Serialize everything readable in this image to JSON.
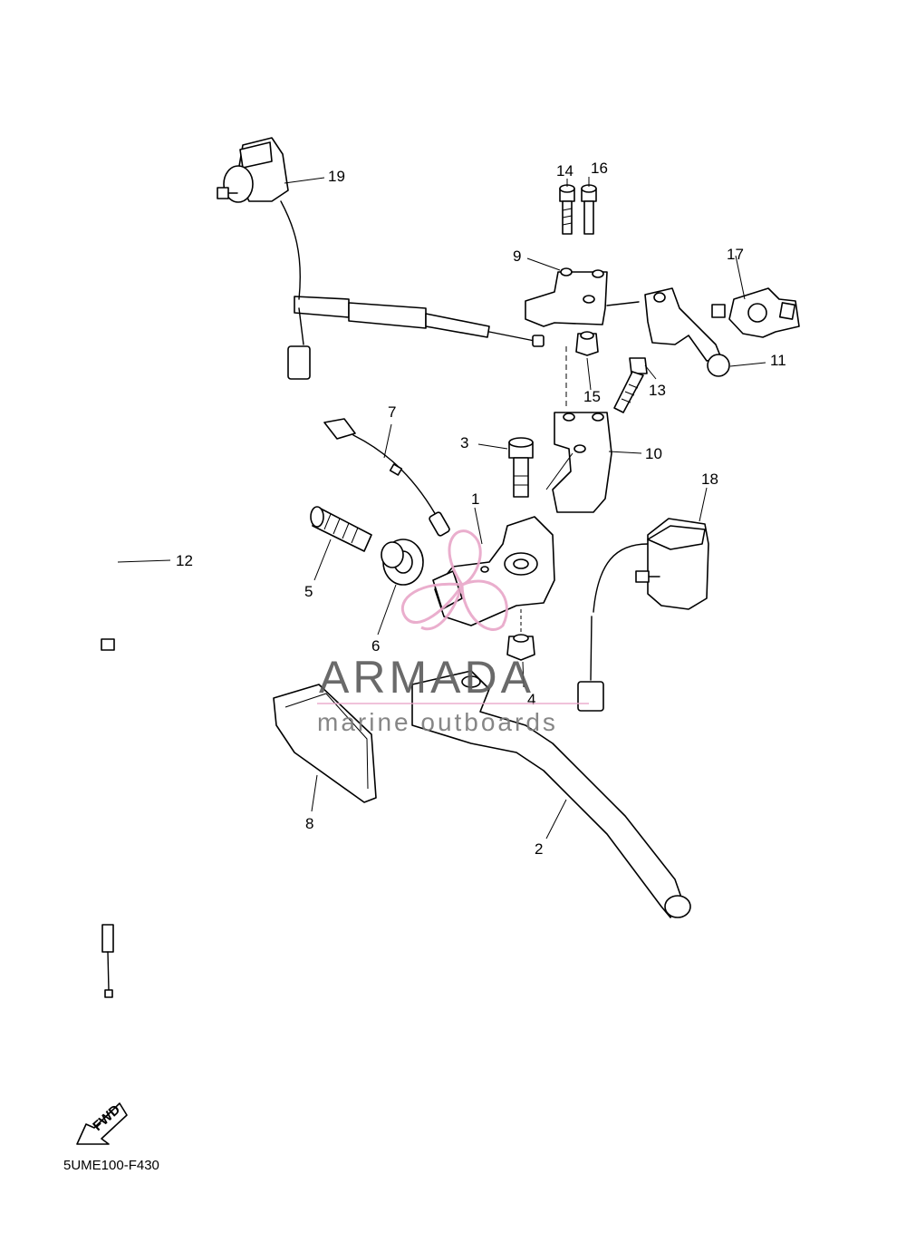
{
  "diagram": {
    "callouts": [
      {
        "id": "1",
        "label": "1"
      },
      {
        "id": "2",
        "label": "2"
      },
      {
        "id": "3",
        "label": "3"
      },
      {
        "id": "4",
        "label": "4"
      },
      {
        "id": "5",
        "label": "5"
      },
      {
        "id": "6",
        "label": "6"
      },
      {
        "id": "7",
        "label": "7"
      },
      {
        "id": "8",
        "label": "8"
      },
      {
        "id": "9",
        "label": "9"
      },
      {
        "id": "10",
        "label": "10"
      },
      {
        "id": "11",
        "label": "11"
      },
      {
        "id": "12",
        "label": "12"
      },
      {
        "id": "13",
        "label": "13"
      },
      {
        "id": "14",
        "label": "14"
      },
      {
        "id": "15",
        "label": "15"
      },
      {
        "id": "16",
        "label": "16"
      },
      {
        "id": "17",
        "label": "17"
      },
      {
        "id": "18",
        "label": "18"
      },
      {
        "id": "19",
        "label": "19"
      }
    ],
    "drawing_code": "5UME100-F430",
    "fwd_label": "FWD"
  },
  "watermark": {
    "brand": "ARMADA",
    "tagline": "marine outboards",
    "accent_color": "#e8a6c8"
  }
}
